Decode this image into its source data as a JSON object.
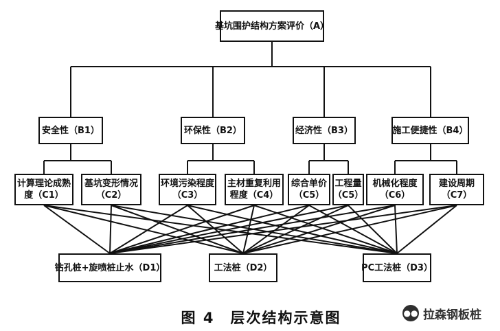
{
  "nodes": {
    "A": {
      "lines": [
        "基坑围护结构方案评价（A）"
      ]
    },
    "B1": {
      "lines": [
        "安全性（B1）"
      ]
    },
    "B2": {
      "lines": [
        "环保性（B2）"
      ]
    },
    "B3": {
      "lines": [
        "经济性（B3）"
      ]
    },
    "B4": {
      "lines": [
        "施工便捷性（B4）"
      ]
    },
    "C1": {
      "lines": [
        "计算理论成熟",
        "度（C1）"
      ]
    },
    "C2": {
      "lines": [
        "基坑变形情况",
        "（C2）"
      ]
    },
    "C3": {
      "lines": [
        "环境污染程度",
        "（C3）"
      ]
    },
    "C4": {
      "lines": [
        "主材重复利用",
        "程度（C4）"
      ]
    },
    "C5a": {
      "lines": [
        "综合单价",
        "（C5）"
      ]
    },
    "C5b": {
      "lines": [
        "工程量",
        "（C5）"
      ]
    },
    "C6": {
      "lines": [
        "机械化程度",
        "（C6）"
      ]
    },
    "C7": {
      "lines": [
        "建设周期",
        "（C7）"
      ]
    },
    "D1": {
      "lines": [
        "钻孔桩+旋喷桩止水（D1）"
      ]
    },
    "D2": {
      "lines": [
        "工法桩（D2）"
      ]
    },
    "D3": {
      "lines": [
        "PC工法桩（D3）"
      ]
    }
  },
  "caption": "图 4　层次结构示意图",
  "watermark": {
    "text": "拉森钢板桩",
    "icon": "wechat-icon"
  }
}
